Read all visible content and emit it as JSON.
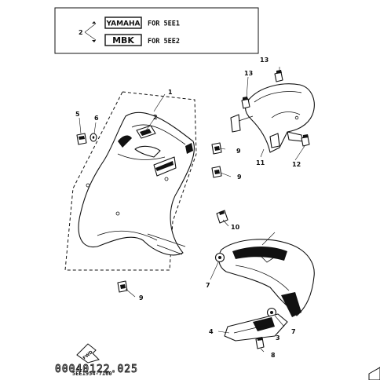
{
  "legend": {
    "ref_number": "2",
    "rows": [
      {
        "brand": "YAMAHA",
        "label": "FOR 5EE1"
      },
      {
        "brand": "MBK",
        "label": "FOR 5EE2"
      }
    ]
  },
  "callouts": {
    "c1": "1",
    "c2": "2",
    "c3": "3",
    "c4": "4",
    "c5": "5",
    "c6": "6",
    "c7a": "7",
    "c7b": "7",
    "c8": "8",
    "c9a": "9",
    "c9b": "9",
    "c9c": "9",
    "c10": "10",
    "c11": "11",
    "c12": "12",
    "c13a": "13",
    "c13b": "13"
  },
  "footer": {
    "fwd_label": "FWD",
    "code_big": "00040122.025",
    "code_small": "5EE1954-7160"
  }
}
